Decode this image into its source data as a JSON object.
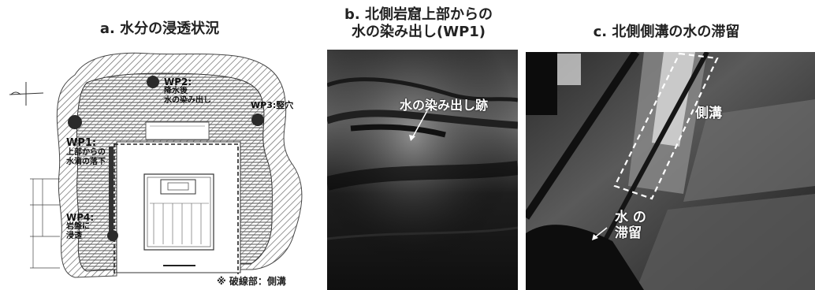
{
  "panel_a": {
    "title": "a. 水分の浸透状況",
    "wp2": {
      "line1": "WP2:",
      "line2": "降水後",
      "line3": "水の染み出し"
    },
    "wp3": "WP3:竪穴",
    "wp1": {
      "line1": "WP1:",
      "line2": "上部からの",
      "line3": "水滴の落下"
    },
    "wp4": {
      "line1": "WP4:",
      "line2": "岩盤に",
      "line3": "浸透"
    },
    "note": "※ 破線部：側溝"
  },
  "panel_b": {
    "title_line1": "b. 北側岩窟上部からの",
    "title_line2": "水の染み出し(WP1)",
    "annotation": "水の染み出し跡"
  },
  "panel_c": {
    "title": "c. 北側側溝の水の滞留",
    "label_gutter": "側溝",
    "label_water_line1": "水 の",
    "label_water_line2": "滞留"
  },
  "colors": {
    "marker": "#2a2a2a",
    "hatch": "#444444",
    "trench": "#333333"
  }
}
